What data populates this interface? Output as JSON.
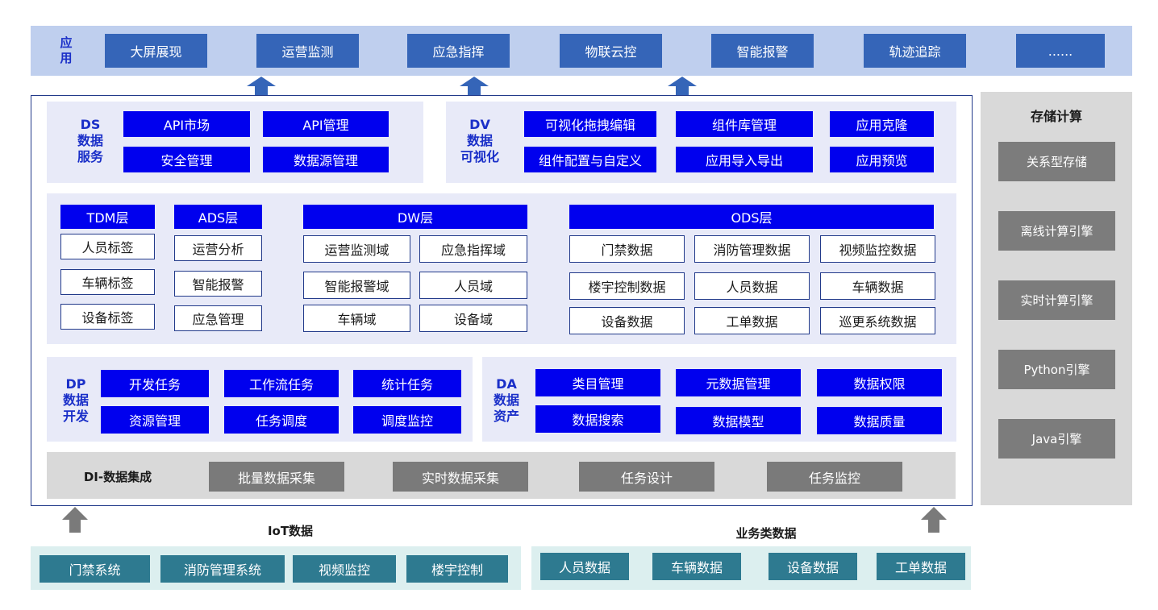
{
  "app_layer": {
    "label": "应\n用",
    "items": [
      "大屏展现",
      "运营监测",
      "应急指挥",
      "物联云控",
      "智能报警",
      "轨迹追踪",
      "......"
    ]
  },
  "ds": {
    "label": [
      "DS",
      "数据",
      "服务"
    ],
    "items": [
      "API市场",
      "API管理",
      "安全管理",
      "数据源管理"
    ]
  },
  "dv": {
    "label": [
      "DV",
      "数据",
      "可视化"
    ],
    "items": [
      "可视化拖拽编辑",
      "组件库管理",
      "应用克隆",
      "组件配置与自定义",
      "应用导入导出",
      "应用预览"
    ]
  },
  "tdm": {
    "title": "TDM层",
    "items": [
      "人员标签",
      "车辆标签",
      "设备标签"
    ]
  },
  "ads": {
    "title": "ADS层",
    "items": [
      "运营分析",
      "智能报警",
      "应急管理"
    ]
  },
  "dw": {
    "title": "DW层",
    "items": [
      "运营监测域",
      "应急指挥域",
      "智能报警域",
      "人员域",
      "车辆域",
      "设备域"
    ]
  },
  "ods": {
    "title": "ODS层",
    "items": [
      "门禁数据",
      "消防管理数据",
      "视频监控数据",
      "楼宇控制数据",
      "人员数据",
      "车辆数据",
      "设备数据",
      "工单数据",
      "巡更系统数据"
    ]
  },
  "dp": {
    "label": [
      "DP",
      "数据",
      "开发"
    ],
    "items": [
      "开发任务",
      "工作流任务",
      "统计任务",
      "资源管理",
      "任务调度",
      "调度监控"
    ]
  },
  "da": {
    "label": [
      "DA",
      "数据",
      "资产"
    ],
    "items": [
      "类目管理",
      "元数据管理",
      "数据权限",
      "数据搜索",
      "数据模型",
      "数据质量"
    ]
  },
  "di": {
    "label": "DI-数据集成",
    "items": [
      "批量数据采集",
      "实时数据采集",
      "任务设计",
      "任务监控"
    ]
  },
  "storage": {
    "title": "存储计算",
    "items": [
      "关系型存储",
      "离线计算引擎",
      "实时计算引擎",
      "Python引擎",
      "Java引擎"
    ]
  },
  "iot": {
    "label": "IoT数据",
    "items": [
      "门禁系统",
      "消防管理系统",
      "视频监控",
      "楼宇控制"
    ]
  },
  "biz": {
    "label": "业务类数据",
    "items": [
      "人员数据",
      "车辆数据",
      "设备数据",
      "工单数据"
    ]
  },
  "colors": {
    "primary_blue": "#0000ee",
    "app_bar": "#bfcfee",
    "steel_blue": "#3565b8",
    "panel": "#e8eaf8",
    "gray_panel": "#d9d9d9",
    "teal": "#2e7a90",
    "arrow_gray": "#7a7a7a"
  }
}
